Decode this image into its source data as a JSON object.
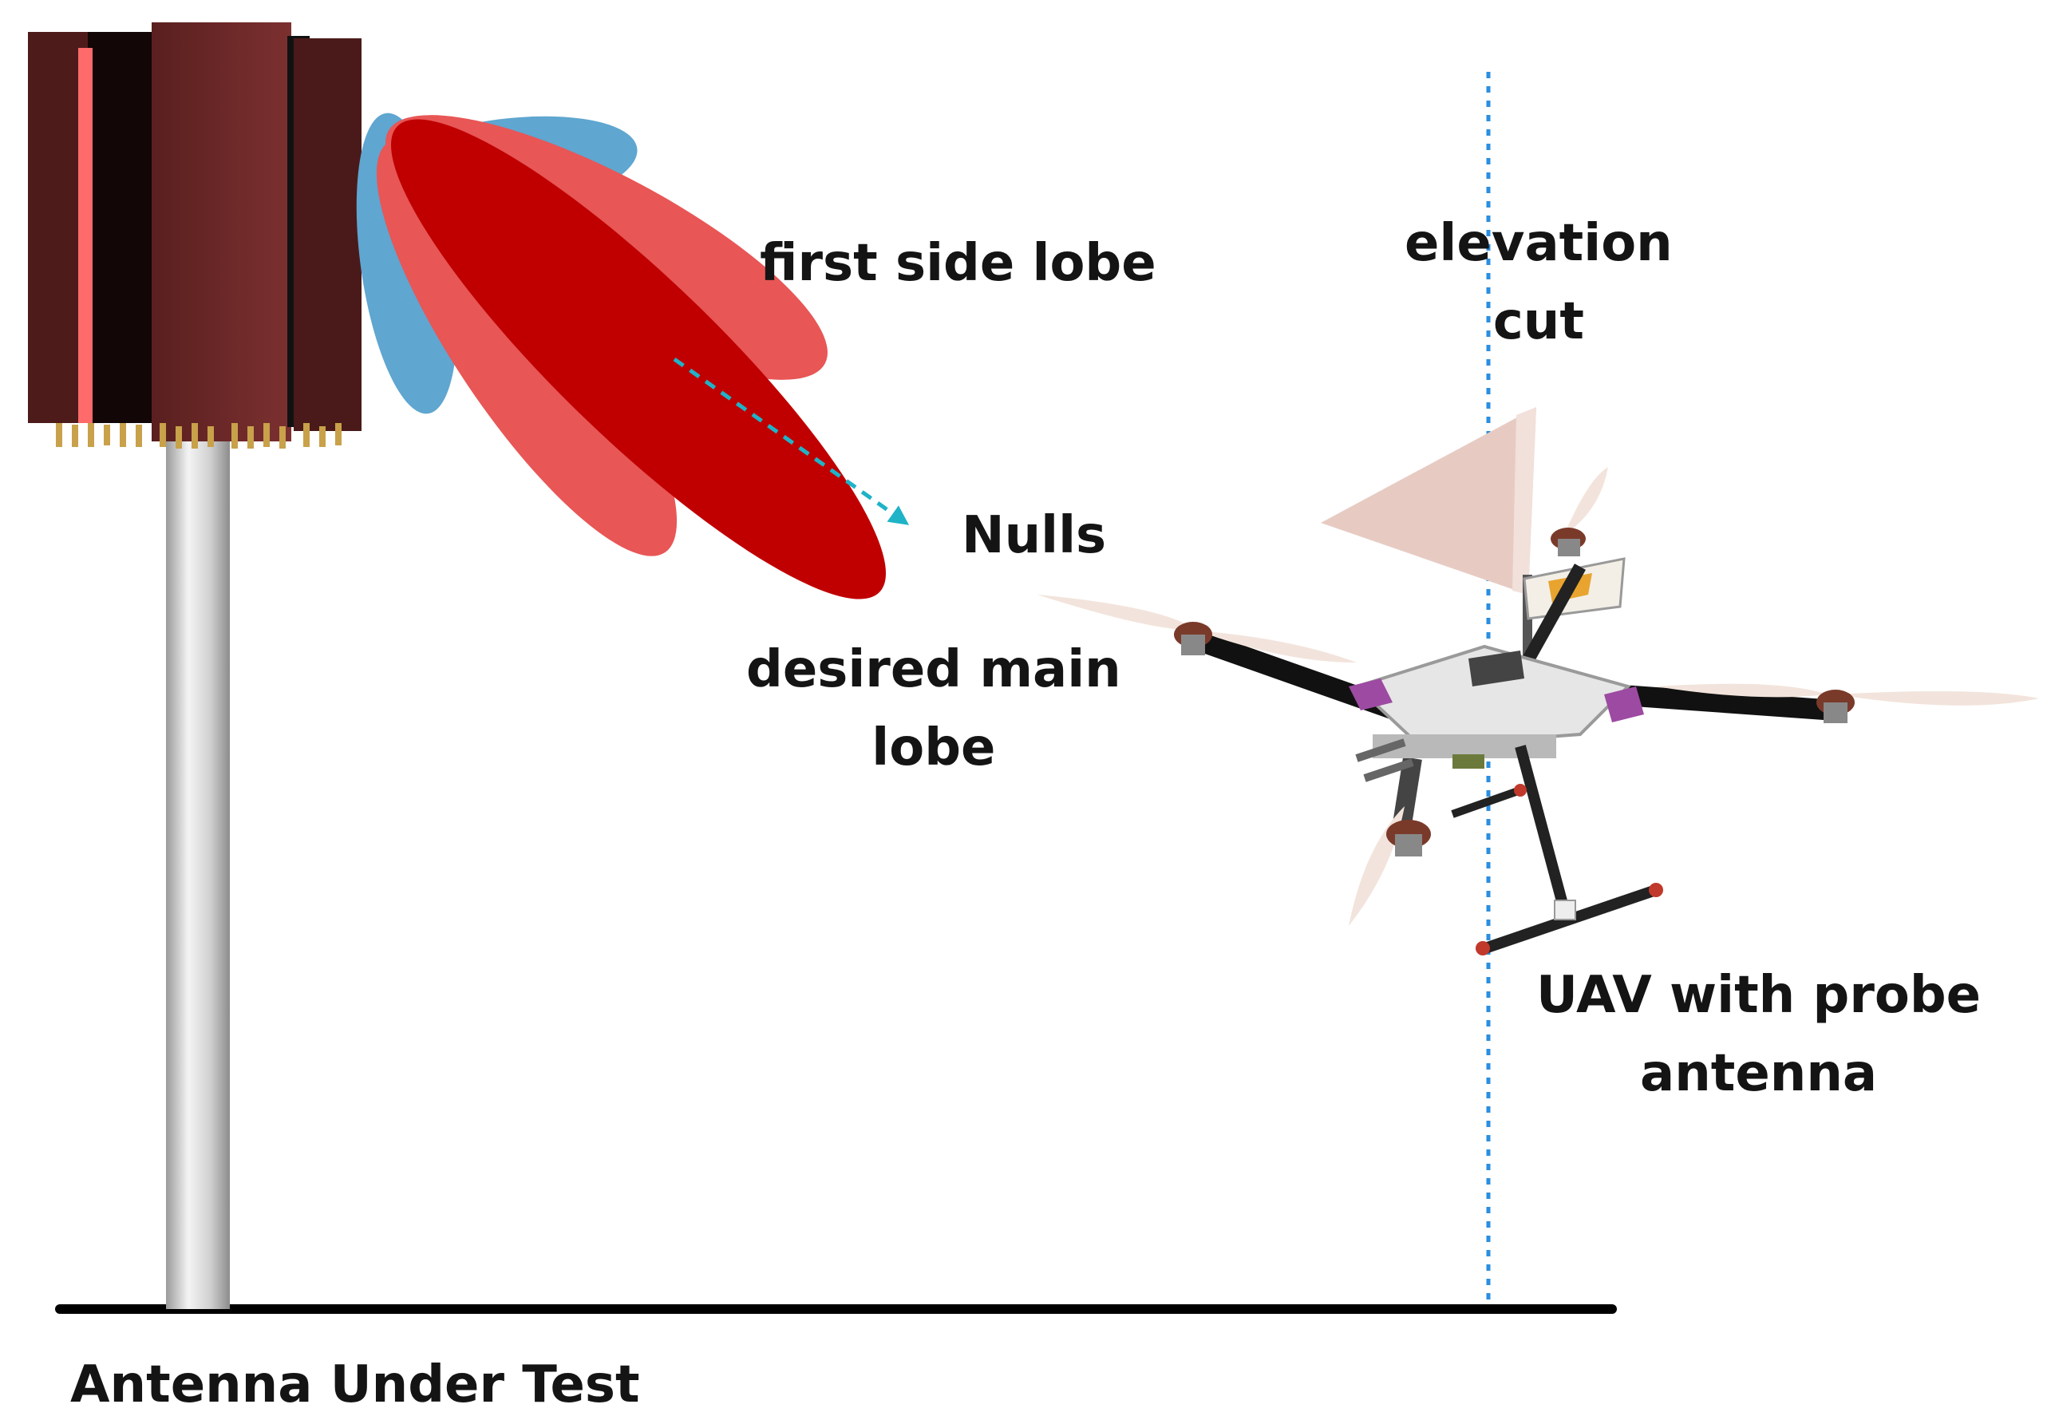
{
  "labels": {
    "first_side_lobe": "first side lobe",
    "nulls": "Nulls",
    "desired_main_lobe": [
      "desired main",
      "lobe"
    ],
    "elevation_cut": [
      "elevation",
      "cut"
    ],
    "uav_with_probe_antenna": [
      "UAV with probe",
      "antenna"
    ],
    "antenna_under_test": "Antenna Under Test"
  },
  "colors": {
    "main_lobe": "#c00000",
    "side_lobe": "#e85656",
    "back_lobe": "#5fa6d0",
    "antenna_box": "#7a2e2e",
    "antenna_box_dark": "#4e1b1b",
    "pole": "#d8d8d8",
    "ground_line": "#000000",
    "elevation_cut_line": "#2a8ee0",
    "null_arrow": "#1fb3c8",
    "probe_antenna": "#e7cbc3"
  },
  "icons": {
    "antenna_under_test": "antenna-array-icon",
    "uav": "quadcopter-drone-icon"
  }
}
